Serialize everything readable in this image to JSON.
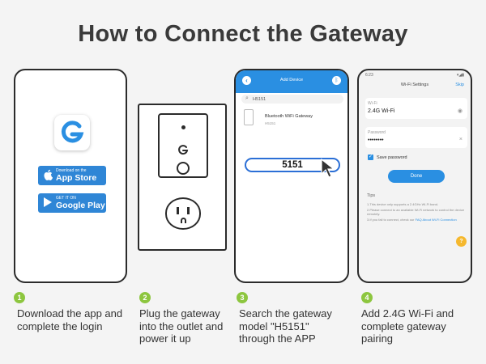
{
  "title": "How to Connect the Gateway",
  "app_store": {
    "small": "Download on the",
    "big": "App Store"
  },
  "google_play": {
    "small": "GET IT ON",
    "big": "Google Play"
  },
  "add_device": {
    "title": "Add Device",
    "search_value": "H5151",
    "item_name": "Bluetooth WiFi Gateway",
    "item_model": "H5151",
    "highlight": "5151"
  },
  "wifi": {
    "time": "6:23",
    "title": "Wi-Fi Settings",
    "skip": "Skip",
    "wifi_label": "Wi-Fi",
    "wifi_value": "2.4G Wi-Fi",
    "password_label": "Password",
    "password_value": "••••••••",
    "save_password": "Save password",
    "done": "Done",
    "tips_title": "Tips",
    "tip1": "1.This device only supports a 2.4GHz Wi-Fi band.",
    "tip2": "2.Please connect to an available Wi-Fi network to control the device remotely.",
    "tip3_text": "3.If you fail to connect, check our ",
    "tip3_link": "FAQ About Wi-Fi Connection"
  },
  "steps": [
    {
      "number": "1",
      "text": "Download the app and complete the login"
    },
    {
      "number": "2",
      "text": "Plug the gateway into the outlet and power it up"
    },
    {
      "number": "3",
      "text": "Search the gateway model \"H5151\" through the APP"
    },
    {
      "number": "4",
      "text": "Add 2.4G Wi-Fi and complete gateway pairing"
    }
  ],
  "colors": {
    "accent": "#2a8fe2",
    "badge": "#8dc63f",
    "help": "#f5b82e"
  }
}
